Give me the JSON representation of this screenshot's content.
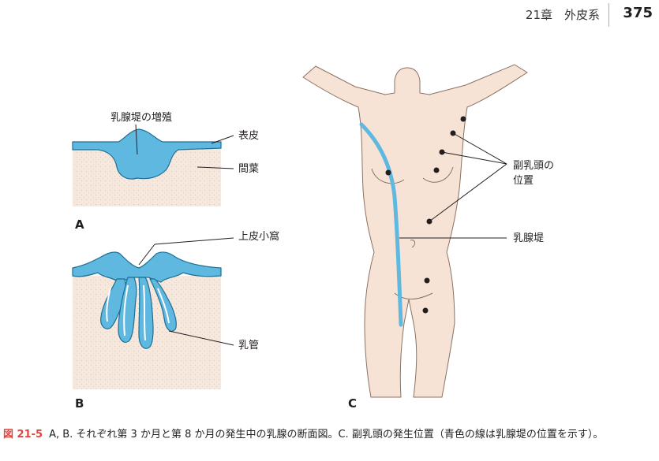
{
  "header": {
    "chapter": "21章　外皮系",
    "page_number": "375"
  },
  "figure": {
    "panel_a": {
      "letter": "A",
      "label_ridge_thickening": "乳腺堤の増殖",
      "label_epidermis": "表皮",
      "label_mesenchyme": "間葉"
    },
    "panel_b": {
      "letter": "B",
      "label_epithelial_pit": "上皮小窩",
      "label_lactiferous_duct": "乳管"
    },
    "panel_c": {
      "letter": "C",
      "label_accessory_nipples_line1": "副乳頭の",
      "label_accessory_nipples_line2": "位置",
      "label_mammary_ridge": "乳腺堤"
    },
    "colors": {
      "ridge_blue": "#5fb8df",
      "ridge_outline": "#1e6f95",
      "skin": "#f7e3d6",
      "mesenchyme": "#f6e8dc",
      "caption_red": "#e0463f"
    }
  },
  "caption": {
    "figure_label": "図 21-5",
    "text": "A, B. それぞれ第 3 か月と第 8 か月の発生中の乳腺の断面図。C. 副乳頭の発生位置（青色の線は乳腺堤の位置を示す）。"
  }
}
